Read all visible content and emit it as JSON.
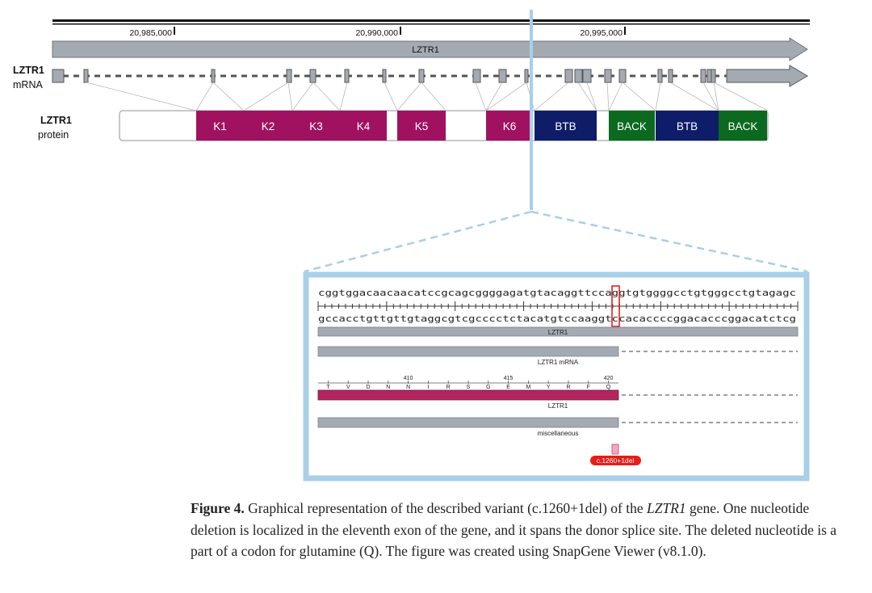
{
  "genome": {
    "coords": [
      "20,985,000",
      "20,990,000",
      "20,995,000"
    ],
    "gene_label": "LZTR1"
  },
  "mrna": {
    "name": "LZTR1",
    "sub": "mRNA"
  },
  "protein": {
    "name": "LZTR1",
    "sub": "protein",
    "domains": [
      "K1",
      "K2",
      "K3",
      "K4",
      "K5",
      "K6",
      "BTB",
      "BACK",
      "BTB",
      "BACK"
    ],
    "colors": {
      "kelch": "#a0125f",
      "btb": "#0f1c68",
      "back": "#0b6a1f"
    }
  },
  "zoom": {
    "seq_top": "cggtggacaacaacatccgcagcggggagatgtacaggttccaggtgtggggcctgtgggcctgtagagc",
    "seq_bottom": "gccacctgttgttgtaggcgtcgcccctctacatgtccaaggtccacaccccggacacccggacatctcg",
    "features": [
      {
        "label": "LZTR1"
      },
      {
        "label": "LZTR1 mRNA"
      },
      {
        "label": "LZTR1"
      },
      {
        "label": "miscellaneous"
      }
    ],
    "aa_numbers": [
      "410",
      "415",
      "420"
    ],
    "amino_acids": [
      "T",
      "V",
      "D",
      "N",
      "N",
      "I",
      "R",
      "S",
      "G",
      "E",
      "M",
      "Y",
      "R",
      "F",
      "Q"
    ],
    "variant_label": "c.1260+1del"
  },
  "caption": {
    "fig_label": "Figure 4.",
    "text_1": " Graphical representation of the described variant (c.1260+1del) of the ",
    "gene": "LZTR1",
    "text_2": " gene. One nucleotide deletion is localized in the eleventh exon of the gene, and it spans the donor splice site. The deleted nucleotide is a part of a codon for glutamine (Q). The figure was created using SnapGene Viewer (v8.1.0)."
  }
}
